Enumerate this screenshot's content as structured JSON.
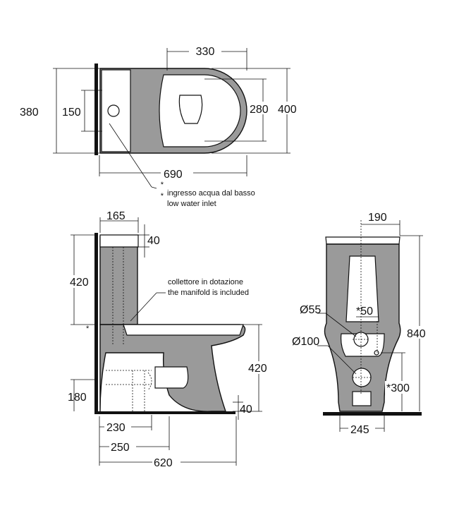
{
  "top_view": {
    "dims": {
      "width_top": "330",
      "depth_left": "380",
      "hole_spacing": "150",
      "seat_depth": "280",
      "depth_right": "400",
      "length": "690"
    },
    "note_it": "ingresso acqua dal basso",
    "note_en": "low water inlet",
    "note_marks": [
      "*",
      "*"
    ]
  },
  "side_view": {
    "dims": {
      "tank_depth": "165",
      "lid": "40",
      "tank_height": "420",
      "star": "*",
      "seat_height": "420",
      "drain_height": "180",
      "floor_gap": "40",
      "d230": "230",
      "d250": "250",
      "length": "620"
    },
    "note_it": "collettore in dotazione",
    "note_en": "the manifold is included"
  },
  "front_view": {
    "dims": {
      "width_top": "190",
      "outlet_small": "Ø55",
      "offset": "*50",
      "outlet_large": "Ø100",
      "height": "840",
      "inlet_height": "*300",
      "base": "245"
    }
  }
}
